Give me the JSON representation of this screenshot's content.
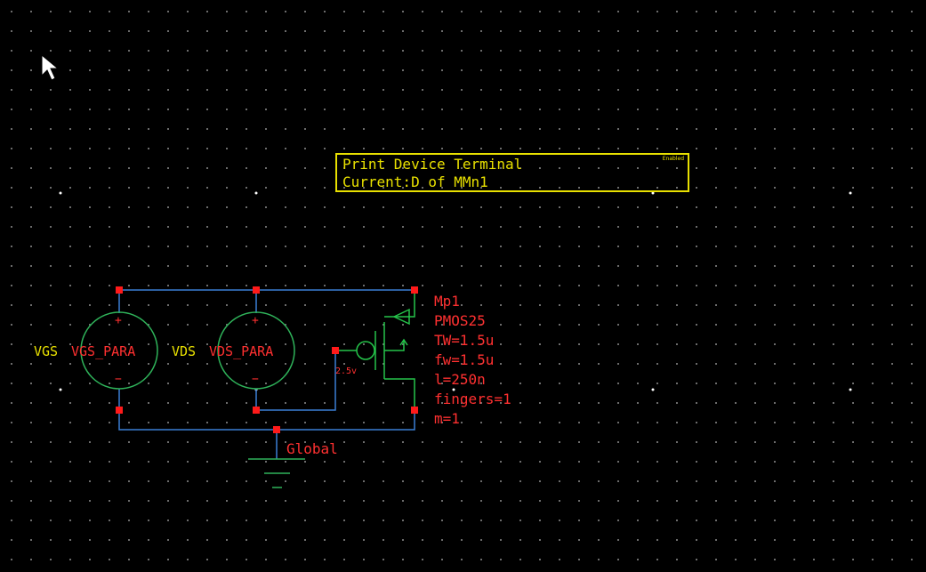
{
  "canvas": {
    "background": "#000000",
    "grid_dot_color": "#8a8a8a"
  },
  "colors": {
    "wire": "#3a7fd5",
    "source": "#2fb35a",
    "pin": "#ff2a2a",
    "label_red": "#ff3030",
    "label_yellow": "#e8e000",
    "transistor": "#25c44a"
  },
  "annotation": {
    "line1": "Print Device Terminal",
    "line2": "Current:D of MMn1",
    "status": "Enabled"
  },
  "vgs": {
    "name": "VGS",
    "param": "VGS_PARA"
  },
  "vds": {
    "name": "VDS",
    "param": "VDS_PARA",
    "sign_plus": "+",
    "sign_minus": "−"
  },
  "transistor": {
    "name": "Mp1",
    "model": "PMOS25",
    "params": [
      "TW=1.5u",
      "fw=1.5u",
      "l=250n",
      "fingers=1",
      "m=1"
    ],
    "gate_value": "2.5v"
  },
  "ground": {
    "label": "Global"
  },
  "cursor": {
    "icon": "arrow-cursor-icon"
  }
}
